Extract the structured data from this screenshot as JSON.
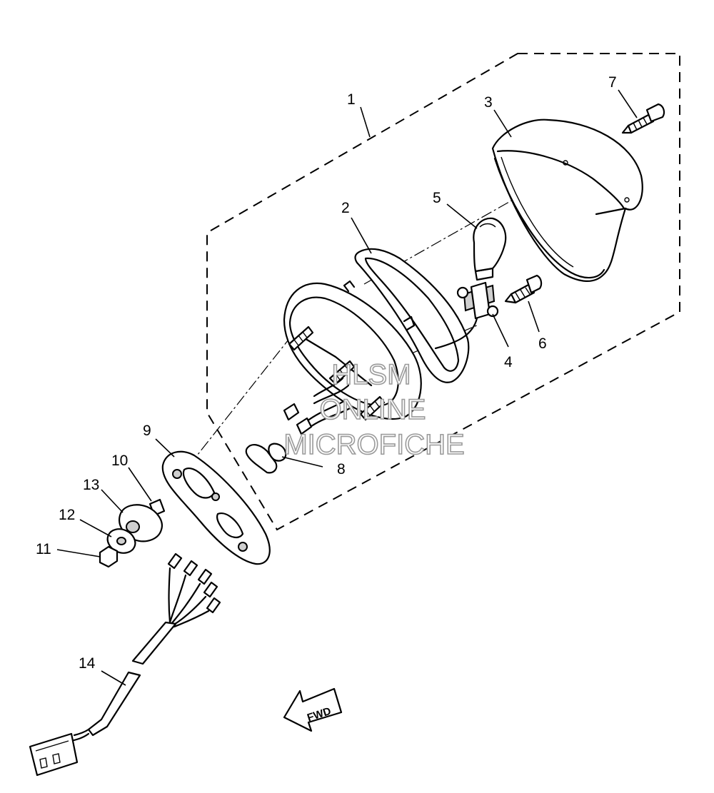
{
  "diagram": {
    "callouts": [
      {
        "id": "1",
        "label": "1"
      },
      {
        "id": "2",
        "label": "2"
      },
      {
        "id": "3",
        "label": "3"
      },
      {
        "id": "4",
        "label": "4"
      },
      {
        "id": "5",
        "label": "5"
      },
      {
        "id": "6",
        "label": "6"
      },
      {
        "id": "7",
        "label": "7"
      },
      {
        "id": "8",
        "label": "8"
      },
      {
        "id": "9",
        "label": "9"
      },
      {
        "id": "10",
        "label": "10"
      },
      {
        "id": "11",
        "label": "11"
      },
      {
        "id": "12",
        "label": "12"
      },
      {
        "id": "13",
        "label": "13"
      },
      {
        "id": "14",
        "label": "14"
      }
    ],
    "direction_label": "FWD",
    "watermark": [
      "HLSM",
      "ONLINE",
      "MICROFICHE"
    ]
  }
}
